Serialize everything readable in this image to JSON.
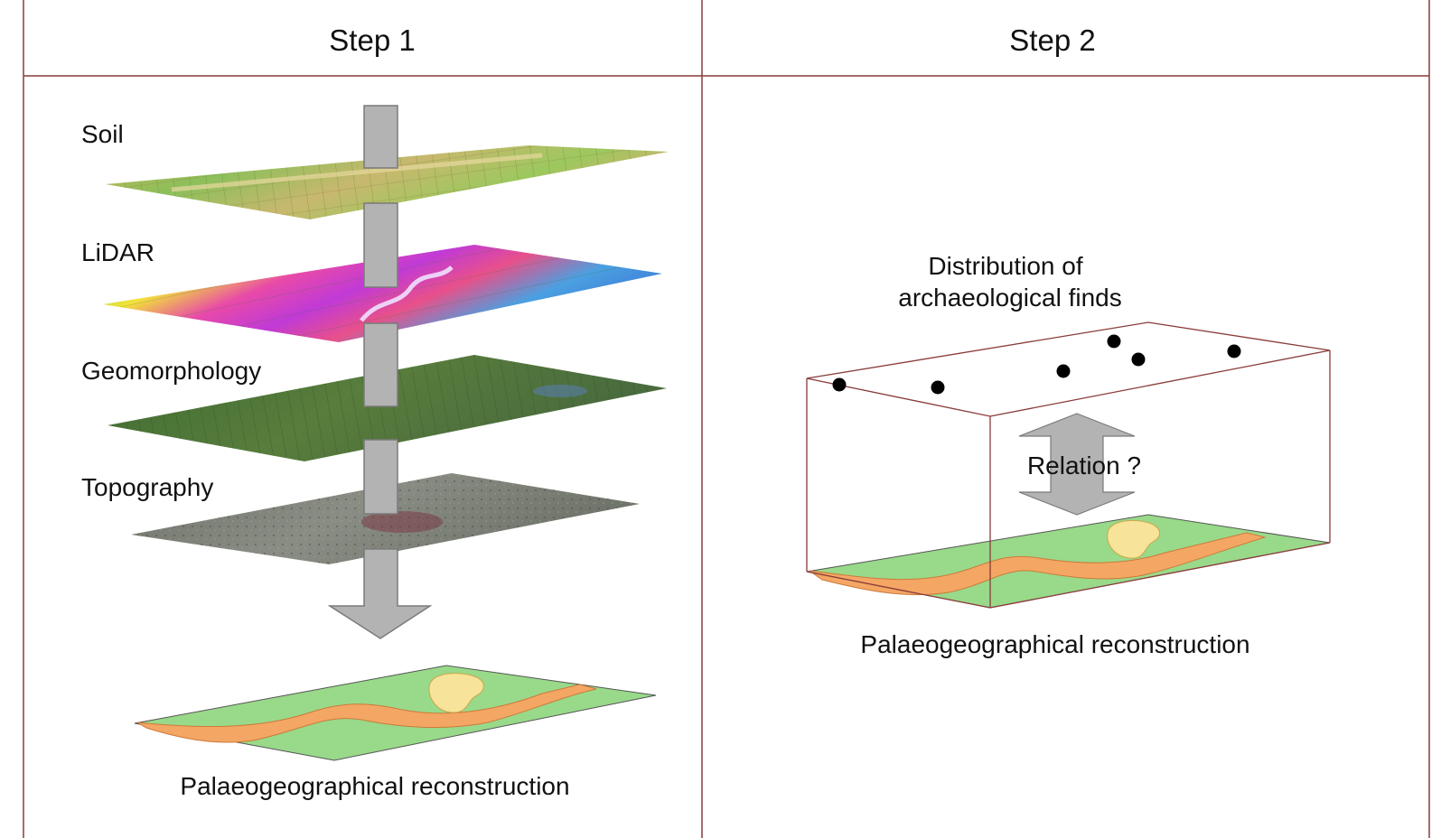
{
  "panels": [
    {
      "heading": "Step 1",
      "layers": [
        {
          "label": "Soil",
          "icon": "soil-map-layer"
        },
        {
          "label": "LiDAR",
          "icon": "lidar-map-layer"
        },
        {
          "label": "Geomorphology",
          "icon": "geomorphology-map-layer"
        },
        {
          "label": "Topography",
          "icon": "topography-map-layer"
        }
      ],
      "caption": "Palaeogeographical reconstruction"
    },
    {
      "heading": "Step 2",
      "finds_label_line1": "Distribution of",
      "finds_label_line2": "archaeological finds",
      "relation_label": "Relation ?",
      "caption": "Palaeogeographical reconstruction"
    }
  ],
  "colors": {
    "frame": "#8a3a3a",
    "arrow_fill": "#b3b3b3",
    "arrow_stroke": "#7a7a7a",
    "land": "#99d98a",
    "river": "#f4a764",
    "lake": "#f7e39a",
    "find_dot": "#000000"
  }
}
